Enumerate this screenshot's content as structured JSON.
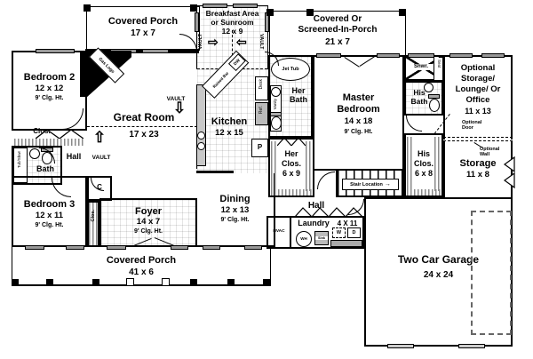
{
  "colors": {
    "wall": "#000000",
    "window_fill": "#999999",
    "counter_fill": "#aaaaaa",
    "background": "#ffffff"
  },
  "rooms": {
    "covered_porch_top": {
      "name": "Covered Porch",
      "dims": "17 x 7"
    },
    "breakfast": {
      "line1": "Breakfast Area",
      "line2": "or Sunroom",
      "dims": "12 x 9"
    },
    "screened_porch": {
      "line1": "Covered Or",
      "line2": "Screened-In-Porch",
      "dims": "21 x 7"
    },
    "bedroom2": {
      "name": "Bedroom 2",
      "dims": "12 x 12",
      "ceiling": "9' Clg. Ht."
    },
    "bedroom3": {
      "name": "Bedroom 3",
      "dims": "12 x 11",
      "ceiling": "9' Clg. Ht."
    },
    "great_room": {
      "name": "Great Room",
      "dims": "17 x 23"
    },
    "kitchen": {
      "name": "Kitchen",
      "dims": "12 x 15"
    },
    "dining": {
      "name": "Dining",
      "dims": "12 x 13",
      "ceiling": "9' Clg. Ht."
    },
    "foyer": {
      "name": "Foyer",
      "dims": "14 x 7",
      "ceiling": "9' Clg. Ht."
    },
    "master_bedroom": {
      "line1": "Master",
      "line2": "Bedroom",
      "dims": "14 x 18",
      "ceiling": "9' Clg. Ht."
    },
    "her_bath": {
      "line1": "Her",
      "line2": "Bath"
    },
    "her_closet": {
      "line1": "Her",
      "line2": "Clos.",
      "dims": "6 x 9"
    },
    "his_bath": {
      "line1": "His",
      "line2": "Bath"
    },
    "his_closet": {
      "line1": "His",
      "line2": "Clos.",
      "dims": "6 x 8"
    },
    "optional_office": {
      "line1": "Optional",
      "line2": "Storage/",
      "line3": "Lounge/ Or",
      "line4": "Office",
      "dims": "11 x 13"
    },
    "storage": {
      "name": "Storage",
      "dims": "11 x 8"
    },
    "garage": {
      "name": "Two Car Garage",
      "dims": "24 x 24"
    },
    "covered_porch_bottom": {
      "name": "Covered Porch",
      "dims": "41 x 6"
    },
    "laundry": {
      "name": "Laundry",
      "dims": "4 X 11"
    },
    "hall_bedroom_wing": {
      "name": "Hall"
    },
    "hall_center": {
      "name": "Hall"
    },
    "bath": {
      "name": "Bath"
    }
  },
  "fixtures": {
    "jet_tub": "Jet Tub",
    "shower": "Shwr.",
    "seat": "Seat",
    "vanity": "Vanity",
    "tub_shower": "Tub/Shwr",
    "closet": "Clos.",
    "closet_c": "C",
    "hvac": "HVAC",
    "water_heater": "WH",
    "sink": "Sink",
    "washer": "W",
    "dryer": "D",
    "pantry": "P",
    "dishwasher": "DW",
    "refrigerator": "Ref.",
    "desk": "Desk",
    "raised_bar": "Raised Bar",
    "gas_logs": "Gas Logs"
  },
  "annotations": {
    "vault": "VAULT",
    "stair_location": "Stair Location",
    "optional_door_line1": "Optional",
    "optional_door_line2": "Door",
    "optional_wall_line1": "Optional",
    "optional_wall_line2": "Wall"
  },
  "icons": {
    "vault_arrow_up": "⇧",
    "vault_arrow_down": "⇩",
    "vault_arrow_left": "⇦",
    "vault_arrow_right": "⇨",
    "stair_arrow": "→"
  }
}
